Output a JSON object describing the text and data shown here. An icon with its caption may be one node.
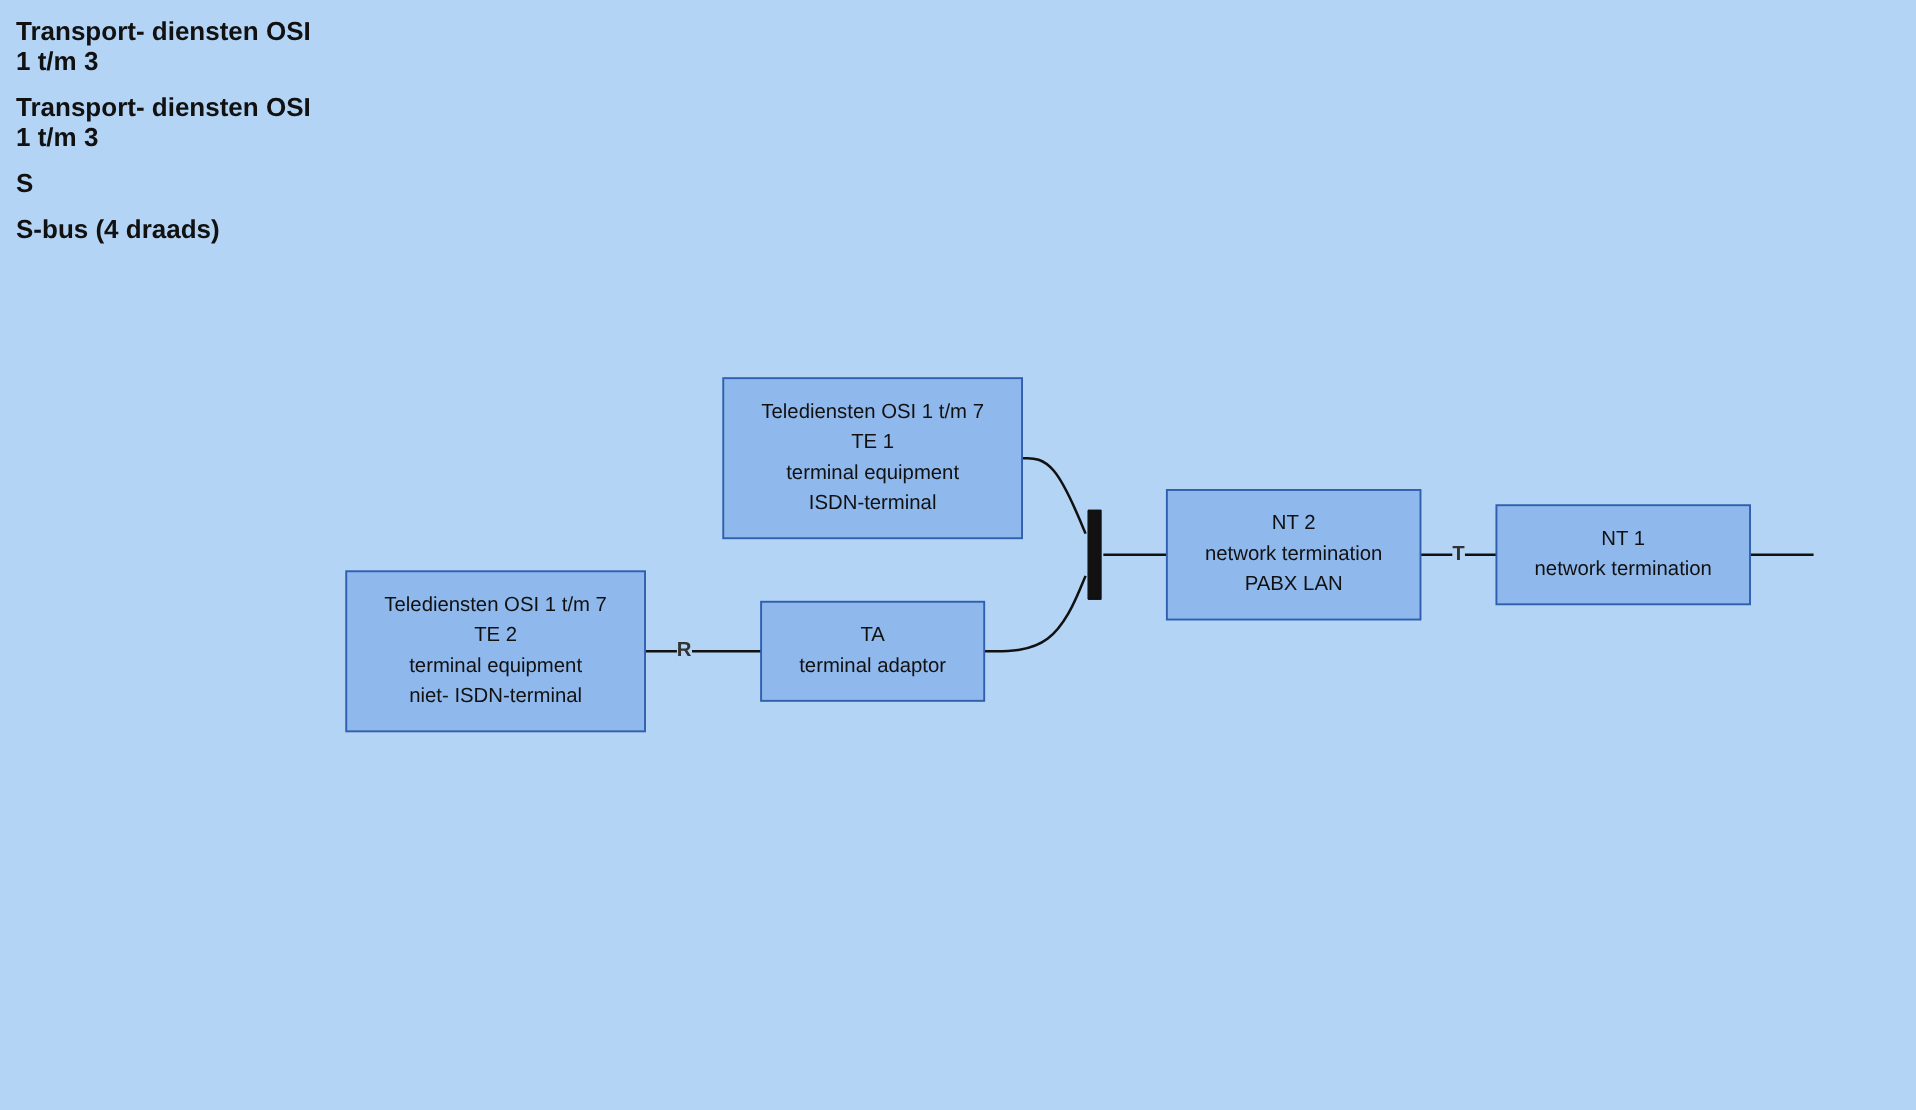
{
  "diagram": {
    "nodes": [
      {
        "text": [
          "Telediensten OSI 1 t/m 7",
          "TE 1",
          "terminal equipment",
          "ISDN-terminal"
        ]
      },
      {
        "text": [],
        "shape": "bar"
      },
      {
        "text": [
          "NT 2",
          "network termination",
          "PABX LAN"
        ]
      },
      {
        "text": [
          "NT 1",
          "network termination"
        ]
      },
      {
        "text": [
          "Telediensten OSI 1 t/m 7",
          "TE 2",
          "terminal equipment",
          "niet- ISDN-terminal"
        ]
      },
      {
        "text": [
          "TA",
          "terminal adaptor"
        ]
      }
    ],
    "edges": [
      {
        "from": 0,
        "to": 1,
        "arrow": "none"
      },
      {
        "from": 1,
        "to": 2,
        "arrow": "none"
      },
      {
        "from": 2,
        "to": 3,
        "arrow": "none",
        "label": "T"
      },
      {
        "from": 3,
        "to": null,
        "arrow": "none"
      },
      {
        "from": 4,
        "to": 5,
        "arrow": "none",
        "label": "R"
      },
      {
        "from": 5,
        "to": 1,
        "arrow": "none"
      }
    ],
    "labels": [
      "Transport- diensten OSI 1 t/m 3",
      "Transport- diensten OSI 1 t/m 3",
      "S",
      "S-bus (4 draads)"
    ]
  }
}
